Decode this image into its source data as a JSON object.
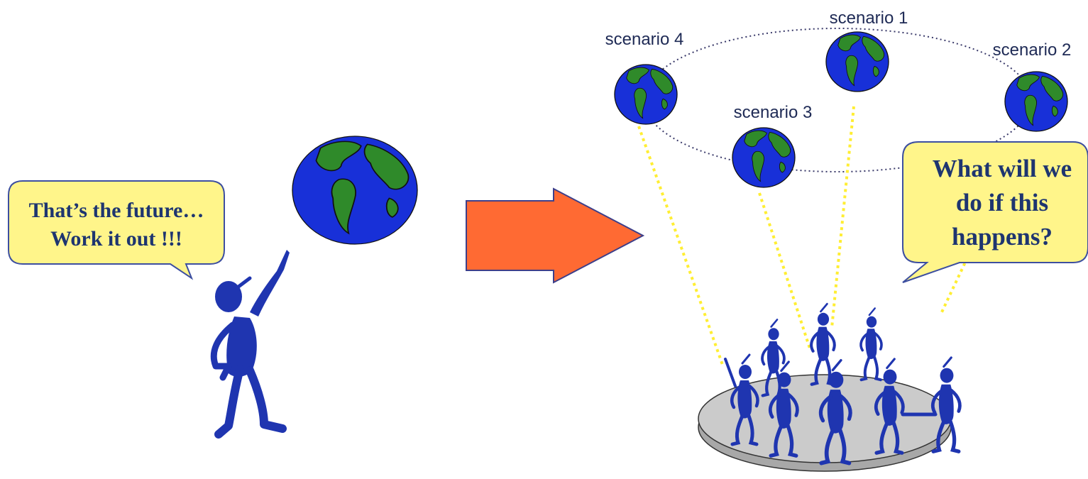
{
  "left_bubble": {
    "line1": "That’s the future…",
    "line2": "Work it out !!!"
  },
  "scenarios": [
    {
      "id": "scenario-1",
      "label": "scenario 1"
    },
    {
      "id": "scenario-2",
      "label": "scenario 2"
    },
    {
      "id": "scenario-3",
      "label": "scenario 3"
    },
    {
      "id": "scenario-4",
      "label": "scenario 4"
    }
  ],
  "right_bubble": {
    "line1": "What will we",
    "line2": "do if this",
    "line3": "happens?"
  },
  "colors": {
    "figure_blue": "#1f35b0",
    "ocean_blue": "#1830d8",
    "land_green": "#2f8a2a",
    "bubble_fill": "#fff58a",
    "bubble_text": "#1e3570",
    "arrow_fill": "#ff6a33",
    "arrow_stroke": "#3d3f8a",
    "beam_yellow": "#ffee33",
    "platform_gray": "#c8c8c8"
  }
}
